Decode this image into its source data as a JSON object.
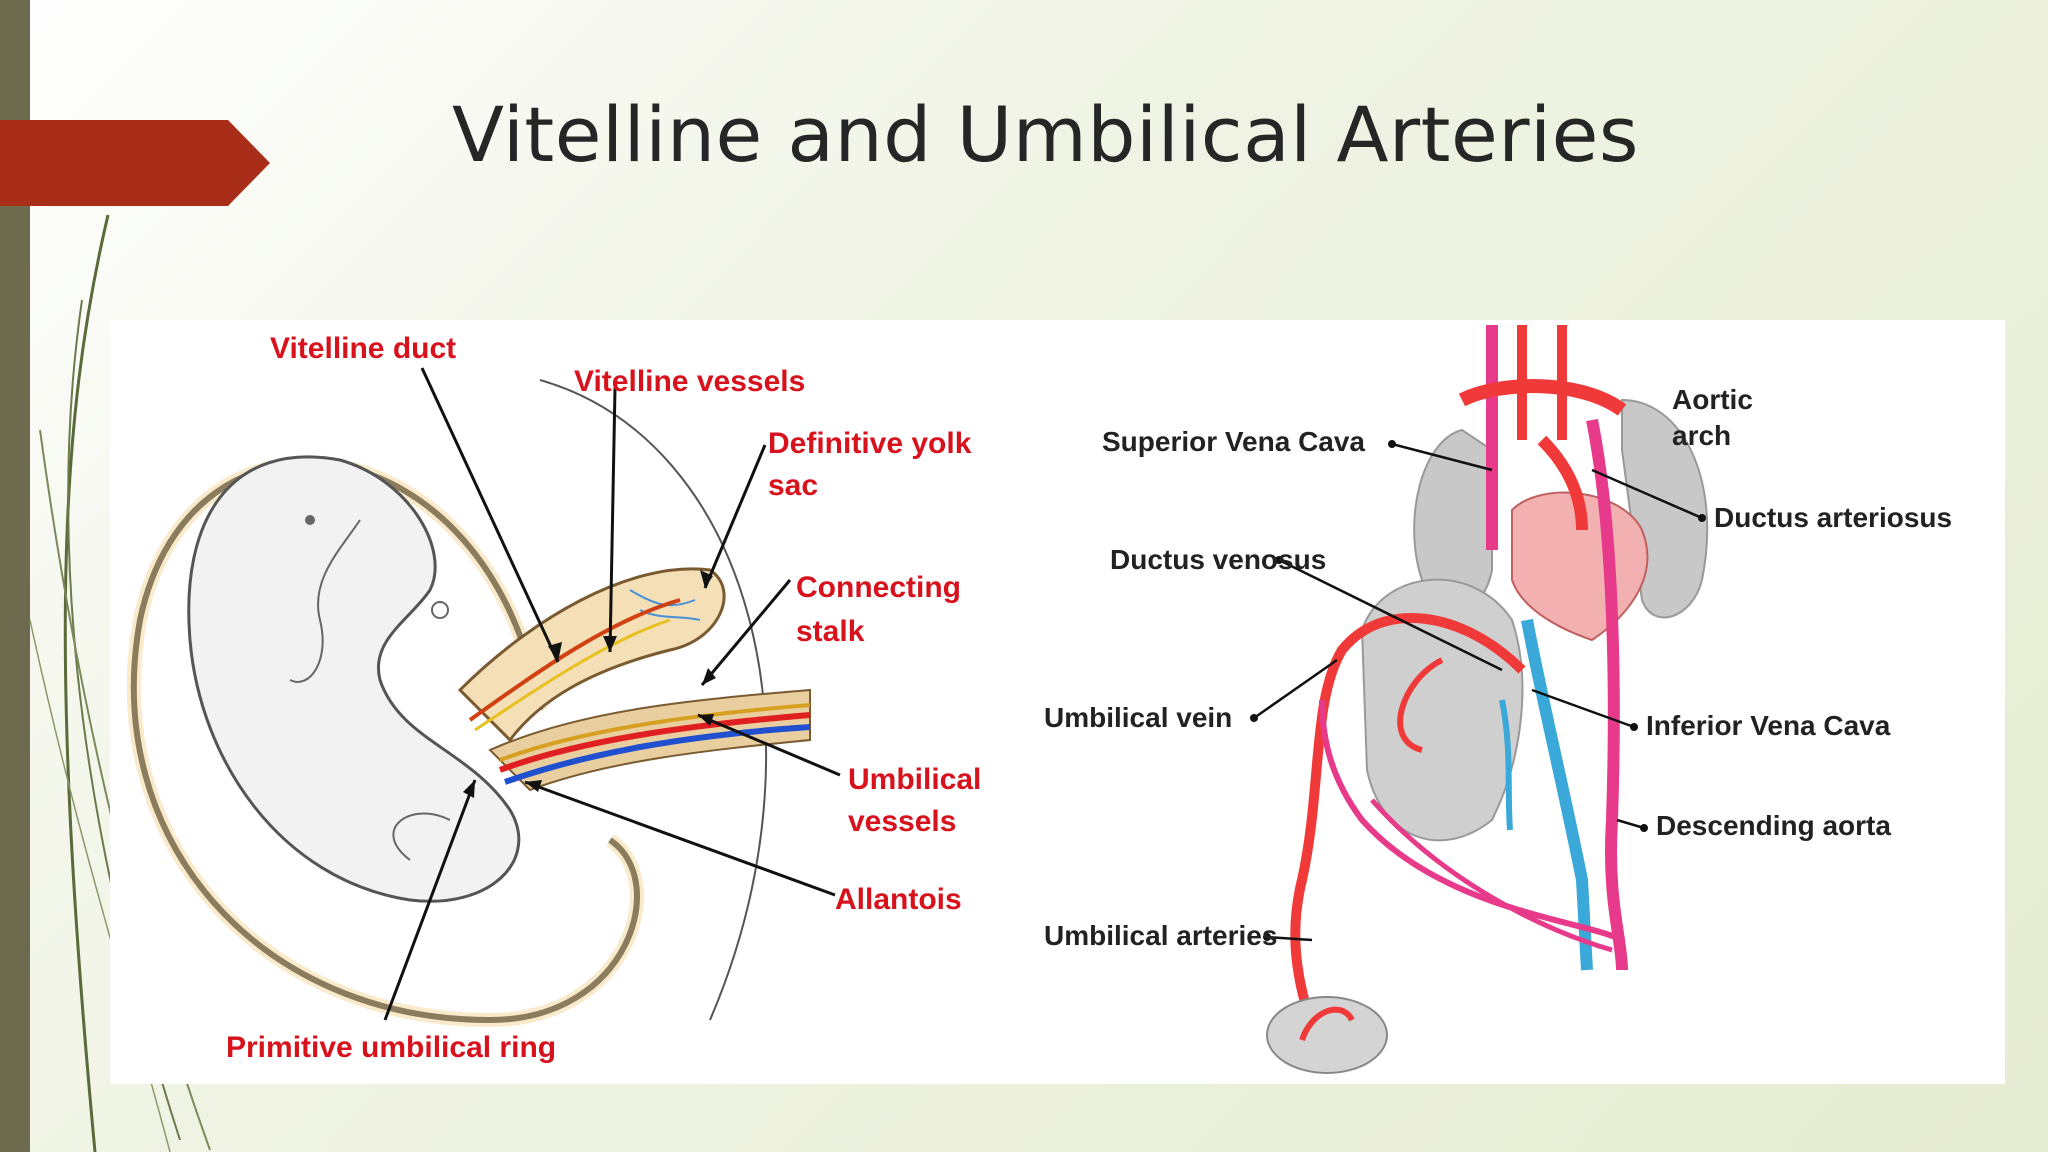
{
  "slide": {
    "title": "Vitelline and Umbilical Arteries"
  },
  "left_diagram": {
    "labels": {
      "vitelline_duct": "Vitelline duct",
      "vitelline_vessels": "Vitelline vessels",
      "definitive_yolk_sac_1": "Definitive yolk",
      "definitive_yolk_sac_2": "sac",
      "connecting_stalk_1": "Connecting",
      "connecting_stalk_2": "stalk",
      "umbilical_vessels_1": "Umbilical",
      "umbilical_vessels_2": "vessels",
      "allantois": "Allantois",
      "primitive_umbilical_ring": "Primitive umbilical ring"
    }
  },
  "right_diagram": {
    "labels": {
      "aortic_arch_1": "Aortic",
      "aortic_arch_2": "arch",
      "superior_vena_cava": "Superior Vena Cava",
      "ductus_arteriosus": "Ductus arteriosus",
      "ductus_venosus": "Ductus venosus",
      "umbilical_vein": "Umbilical vein",
      "inferior_vena_cava": "Inferior Vena Cava",
      "descending_aorta": "Descending aorta",
      "umbilical_arteries": "Umbilical arteries"
    }
  },
  "colors": {
    "accent_red": "#a92e1a",
    "sidebar": "#6e6a4e",
    "label_red": "#d8121c",
    "artery": "#f03a3a",
    "vein_pink": "#e83a8a",
    "vein_blue": "#3aa8d8"
  }
}
